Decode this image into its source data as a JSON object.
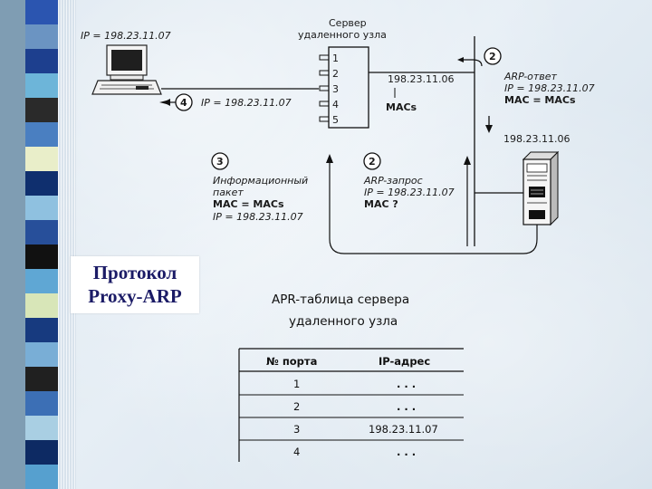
{
  "title": {
    "line1": "Протокол",
    "line2": "Proxy-ARP"
  },
  "server": {
    "label_line1": "Сервер",
    "label_line2": "удаленного узла",
    "ports": [
      "1",
      "2",
      "3",
      "4",
      "5"
    ]
  },
  "labels": {
    "client_ip": "IP = 198.23.11.07",
    "arrow4_ip": "IP = 198.23.11.07",
    "server_ip": "198.23.11.06",
    "mac_s": "MACs",
    "host_ip": "198.23.11.06",
    "arp_reply": [
      "ARP-ответ",
      "IP = 198.23.11.07",
      "MAC = MACs"
    ],
    "info_packet": [
      "Информационный",
      "пакет",
      "MAC = MACs",
      "IP = 198.23.11.07"
    ],
    "arp_request": [
      "ARP-запрос",
      "IP = 198.23.11.07",
      "MAC ?"
    ]
  },
  "steps": {
    "s2a": "2",
    "s2b": "2",
    "s3": "3",
    "s4": "4"
  },
  "table": {
    "title_line1": "APR-таблица сервера",
    "title_line2": "удаленного узла",
    "headers": [
      "№ порта",
      "IP-адрес"
    ],
    "rows": [
      [
        "1",
        ". . ."
      ],
      [
        "2",
        ". . ."
      ],
      [
        "3",
        "198.23.11.07"
      ],
      [
        "4",
        ". . ."
      ]
    ]
  },
  "colors": {
    "stripe_blocks": [
      "#2b55b0",
      "#6b94c2",
      "#1d3f8e",
      "#6db5d9",
      "#2a2a2a",
      "#4a7fc1",
      "#e9eec9",
      "#0f2f6e",
      "#8fc1e0",
      "#274f9a",
      "#111111",
      "#5fa7d4",
      "#d8e6b8",
      "#173a7f",
      "#79aed6",
      "#202020",
      "#3c6fb5",
      "#a9cfe3",
      "#0d2a63",
      "#56a0cf"
    ],
    "title_text": "#1b1b66"
  }
}
